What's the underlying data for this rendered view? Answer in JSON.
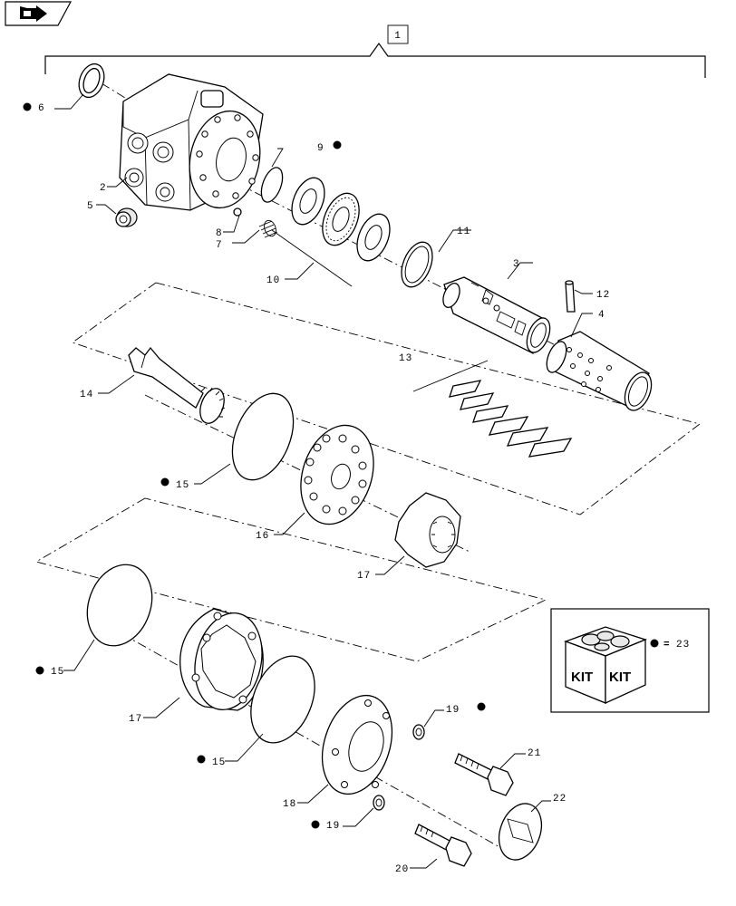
{
  "nav": {
    "icon": "arrow-icon"
  },
  "assembly_ref": "1",
  "labels": {
    "p2": "2",
    "p3": "3",
    "p4": "4",
    "p5": "5",
    "p6": "6",
    "p7": "7",
    "p8": "8",
    "p9": "9",
    "p10": "10",
    "p11": "11",
    "p12": "12",
    "p13": "13",
    "p14": "14",
    "p15a": "15",
    "p15b": "15",
    "p15c": "15",
    "p16": "16",
    "p17a": "17",
    "p17b": "17",
    "p18": "18",
    "p19a": "19",
    "p19b": "19",
    "p20": "20",
    "p21": "21",
    "p22": "22"
  },
  "legend": {
    "kit_word_1": "KIT",
    "kit_word_2": "KIT",
    "equals": "=",
    "kit_number": "23"
  }
}
